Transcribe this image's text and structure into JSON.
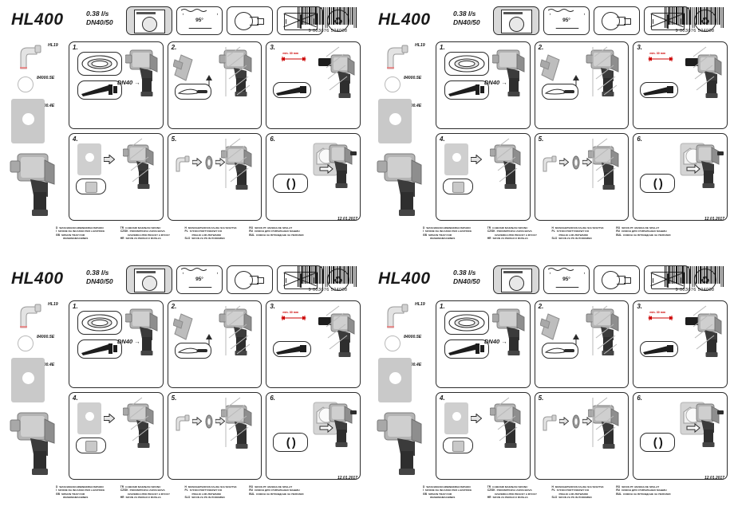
{
  "sheet": {
    "model": "HL400",
    "flow_rate": "0.38 l/s",
    "nominal_diameter": "DN40/50",
    "date": "12.01.2017",
    "barcode_number": "9  003076  504008",
    "icons": [
      {
        "name": "washing-machine-icon",
        "label": "washing machine"
      },
      {
        "name": "basin-temperature-icon",
        "label": "95°"
      },
      {
        "name": "siphon-trap-icon",
        "label": "siphon trap"
      },
      {
        "name": "no-funnel-icon",
        "label": "not for funnel connection"
      },
      {
        "name": "recycling-icon",
        "label": "recyclable"
      }
    ],
    "basin_temp": "95°",
    "parts": [
      {
        "code": "HL19",
        "name": "elbow-connector-part"
      },
      {
        "code": "84000.5E",
        "name": "sealing-ring-part"
      },
      {
        "code": "84000.4E",
        "name": "cover-plate-part"
      }
    ],
    "steps": [
      {
        "number": "1.",
        "name": "step-gasket-and-pipe",
        "annotation": "DN40 →"
      },
      {
        "number": "2.",
        "name": "step-cut-pipe",
        "annotation": ""
      },
      {
        "number": "3.",
        "name": "step-pipe-length",
        "annotation": "min. 30 mm"
      },
      {
        "number": "4.",
        "name": "step-mount-plate",
        "annotation": ""
      },
      {
        "number": "5.",
        "name": "step-insert-elbow",
        "annotation": ""
      },
      {
        "number": "6.",
        "name": "step-rotate-outlet",
        "annotation": "( )"
      }
    ],
    "legend": [
      [
        {
          "code": "D",
          "text": "WASCHMASCHINENEINBAUSIPHON"
        },
        {
          "code": "I",
          "text": "SIFONE DA INCASSO PER LAVATRICE"
        },
        {
          "code": "GB",
          "text": "SIPHON TRAP FOR"
        },
        {
          "code": "",
          "text": "WASHINGMACHINES"
        }
      ],
      [
        {
          "code": "TR",
          "text": "CAMASIR MAKINASI SIFONU"
        },
        {
          "code": "CZ/SK",
          "text": "PODOMITKOVA ZAPACHOVA"
        },
        {
          "code": "",
          "text": "UZAVERKA PRO PRACKY A MYCKY"
        },
        {
          "code": "HR",
          "text": "SIFON ZA PERILICU RUBLJA"
        }
      ],
      [
        {
          "code": "H",
          "text": "MOSOGEPSZIFON FALBA SULYESZTVE"
        },
        {
          "code": "PL",
          "text": "SYFON PODTYNKOWY DO"
        },
        {
          "code": "",
          "text": "PRALKI LUB ZMYWARKI"
        },
        {
          "code": "SLO",
          "text": "SIFON ZA PS IN PODOMNO"
        }
      ],
      [
        {
          "code": "RO",
          "text": "SIFON PT. MASINA DE SPALAT"
        },
        {
          "code": "RU",
          "text": "СИФОН ДЛЯ СТИРАЛЬНЫХ МАШИН"
        },
        {
          "code": "BUL",
          "text": "СИФОН ЗА ВГРАЖДАНЕ ЗА ПЕРАЛНЯ"
        }
      ]
    ]
  },
  "copies": [
    0,
    1,
    2,
    3
  ]
}
